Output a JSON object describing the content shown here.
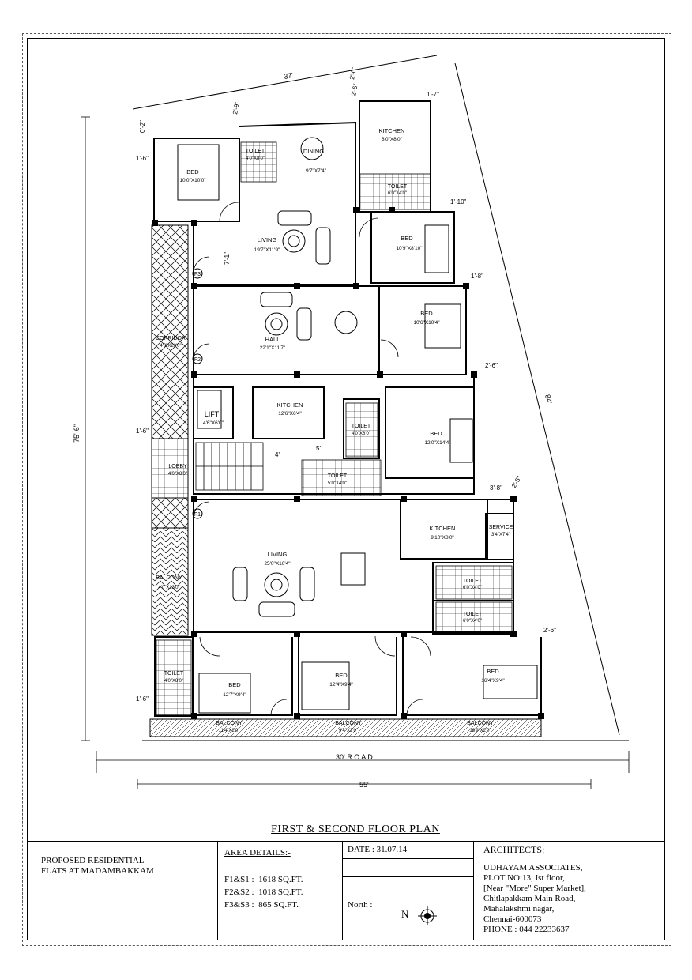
{
  "drawing": {
    "title": "FIRST & SECOND FLOOR PLAN",
    "road_label": "30' R O A D",
    "dims": {
      "top": "37'",
      "left": "75'-6\"",
      "right": "84'",
      "bottom": "55'",
      "d_2_9": "2'-9\"",
      "d_2_6a": "2'-6\"",
      "d_1_7": "1'-7\"",
      "d_2_0": "2'-0\"",
      "d_0_2": "0'-2\"",
      "d_1_6a": "1'-6\"",
      "d_1_10": "1'-10\"",
      "d_7_1": "7'-1\"",
      "d_1_8": "1'-8\"",
      "d_2_6b": "2'-6\"",
      "d_1_6b": "1'-6\"",
      "d_3_8": "3'-8\"",
      "d_2_5": "2'-5\"",
      "d_4": "4'",
      "d_5": "5'",
      "d_2_6c": "2'-6\"",
      "d_1_6c": "1'-6\""
    },
    "rooms": {
      "bed1": {
        "name": "BED",
        "size": "10'0\"X10'0\""
      },
      "toilet1": {
        "name": "TOILET",
        "size": "4'0\"X8'0\""
      },
      "dining": {
        "name": "DINING",
        "size": "9'7\"X7'4\""
      },
      "kitchen1": {
        "name": "KITCHEN",
        "size": "8'0\"X8'0\""
      },
      "toilet2": {
        "name": "TOILET",
        "size": "6'0\"X4'0\""
      },
      "living1": {
        "name": "LIVING",
        "size": "19'7\"X11'9\""
      },
      "bed2": {
        "name": "BED",
        "size": "10'9\"X8'10\""
      },
      "hall": {
        "name": "HALL",
        "size": "22'1\"X11'7\""
      },
      "bed3": {
        "name": "BED",
        "size": "10'6\"X10'4\""
      },
      "corridor": {
        "name": "CORRIDOR",
        "size": "4'0\"X20'0\""
      },
      "lift": {
        "name": "LIFT",
        "size": "4'6\"X6'0\""
      },
      "kitchen2": {
        "name": "KITCHEN",
        "size": "12'6\"X6'4\""
      },
      "toilet3": {
        "name": "TOILET",
        "size": "4'0\"X8'0\""
      },
      "bed4": {
        "name": "BED",
        "size": "12'0\"X14'4\""
      },
      "lobby": {
        "name": "LOBBY",
        "size": "4'0\"X8'0\""
      },
      "toilet4": {
        "name": "TOILET",
        "size": "5'0\"X4'0\""
      },
      "kitchen3": {
        "name": "KITCHEN",
        "size": "9'10\"X8'0\""
      },
      "service": {
        "name": "SERVICE",
        "size": "3'4\"X7'4\""
      },
      "living2": {
        "name": "LIVING",
        "size": "25'0\"X16'4\""
      },
      "balcony1": {
        "name": "BALCONY",
        "size": "4'0\"X13'0\""
      },
      "toilet5": {
        "name": "TOILET",
        "size": "6'0\"X4'0\""
      },
      "toilet6": {
        "name": "TOILET",
        "size": "6'0\"X4'0\""
      },
      "toilet7": {
        "name": "TOILET",
        "size": "4'0\"X8'0\""
      },
      "bed5": {
        "name": "BED",
        "size": "12'7\"X9'4\""
      },
      "bed6": {
        "name": "BED",
        "size": "12'4\"X9'4\""
      },
      "bed7": {
        "name": "BED",
        "size": "16'4\"X9'4\""
      },
      "balcony2": {
        "name": "BALCONY",
        "size": "11'4\"X2'0\""
      },
      "balcony3": {
        "name": "BALCONY",
        "size": "9'4\"X2'0\""
      },
      "balcony4": {
        "name": "BALCONY",
        "size": "16'9\"X2'0\""
      }
    },
    "flat_tags": [
      "F3",
      "F2",
      "F1"
    ]
  },
  "title_block": {
    "project": [
      "PROPOSED RESIDENTIAL",
      "FLATS AT MADAMBAKKAM"
    ],
    "area_heading": "AREA DETAILS:-",
    "areas": [
      {
        "flat": "F1&S1 :",
        "value": "1618 SQ.FT."
      },
      {
        "flat": "F2&S2 :",
        "value": "1018 SQ.FT."
      },
      {
        "flat": "F3&S3 :",
        "value": "865 SQ.FT."
      }
    ],
    "date": "DATE : 31.07.14",
    "north_label": "North :",
    "north_letter": "N",
    "architects_heading": "ARCHITECTS:",
    "architects": [
      "UDHAYAM ASSOCIATES,",
      "PLOT NO:13, Ist floor,",
      "[Near \"More\" Super Market],",
      "Chitlapakkam Main Road,",
      "Mahalakshmi nagar,",
      "Chennai-600073",
      "PHONE : 044 22233637"
    ]
  }
}
